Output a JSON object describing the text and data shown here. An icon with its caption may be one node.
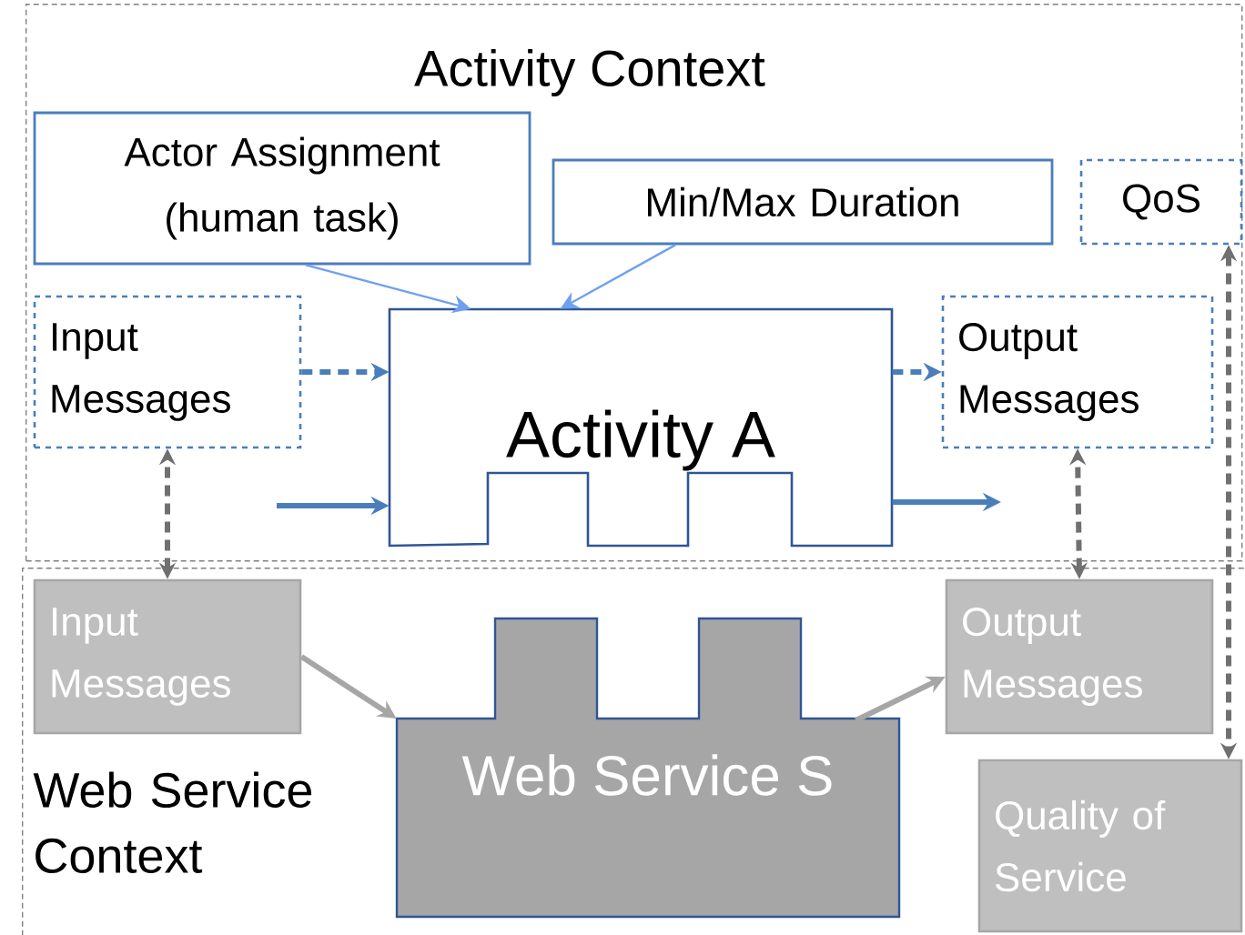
{
  "diagram": {
    "nodes": [
      {
        "text": [
          "Activity Context"
        ]
      },
      {
        "text": [
          "Actor Assignment (human task)"
        ],
        "in": 0
      },
      {
        "text": [
          "Min/Max Duration"
        ],
        "in": 0
      },
      {
        "text": [
          "QoS"
        ],
        "in": 0
      },
      {
        "text": [
          "Input Messages"
        ],
        "in": 0
      },
      {
        "text": [
          "Activity A"
        ],
        "in": 0
      },
      {
        "text": [
          "Output Messages"
        ],
        "in": 0
      },
      {
        "text": [
          "Web Service Context"
        ]
      },
      {
        "text": [
          "Input Messages"
        ],
        "in": 7
      },
      {
        "text": [
          "Web Service S"
        ],
        "in": 7
      },
      {
        "text": [
          "Output Messages"
        ],
        "in": 7
      },
      {
        "text": [
          "Quality of Service"
        ],
        "in": 7
      }
    ],
    "edges": [
      {
        "from": 1,
        "to": 5,
        "arrow": "to",
        "color": "#6fa0f0"
      },
      {
        "from": 2,
        "to": 5,
        "arrow": "to",
        "color": "#6fa0f0"
      },
      {
        "from": 4,
        "to": 5,
        "arrow": "to",
        "style": "dashed"
      },
      {
        "from": 5,
        "to": 6,
        "arrow": "to",
        "style": "dashed"
      },
      {
        "from": null,
        "to": 5,
        "arrow": "to"
      },
      {
        "from": 5,
        "to": null,
        "arrow": "to"
      },
      {
        "from": 8,
        "to": 4,
        "arrow": "both",
        "style": "dashed",
        "color": "#707070"
      },
      {
        "from": 10,
        "to": 6,
        "arrow": "both",
        "style": "dashed",
        "color": "#707070"
      },
      {
        "from": 3,
        "to": 11,
        "arrow": "both",
        "style": "dashed",
        "color": "#707070"
      },
      {
        "from": 8,
        "to": 9,
        "arrow": "to",
        "color": "#a6a6a6"
      },
      {
        "from": 9,
        "to": 10,
        "arrow": "to",
        "color": "#a6a6a6"
      }
    ]
  }
}
